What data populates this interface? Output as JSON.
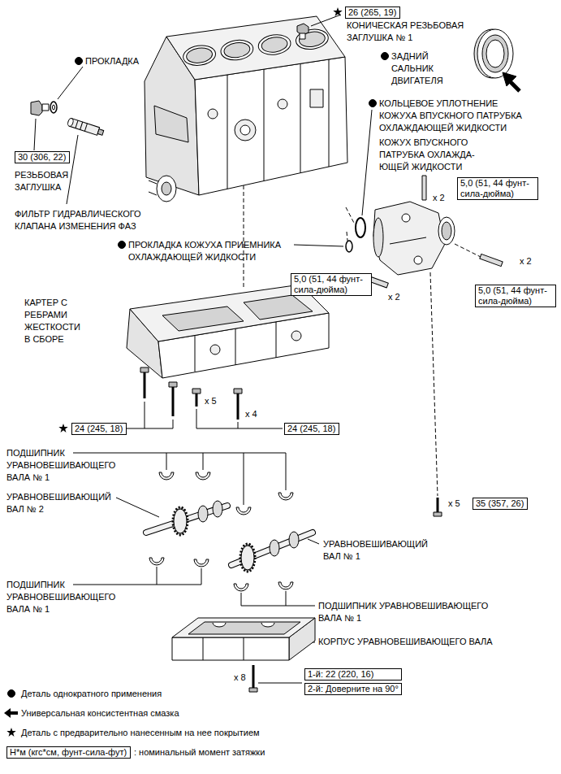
{
  "diagram": {
    "nodes": [
      {
        "text": [
          "26 (265, 19)"
        ]
      },
      {
        "text": [
          "30 (306, 22)"
        ]
      },
      {
        "text": [
          "5,0 (51, 44 фунт- сила-дюйма)"
        ]
      },
      {
        "text": [
          "5,0 (51, 44 фунт- сила-дюйма)"
        ]
      },
      {
        "text": [
          "5,0 (51, 44 фунт- сила-дюйма)"
        ]
      },
      {
        "text": [
          "24 (245, 18)"
        ]
      },
      {
        "text": [
          "24 (245, 18)"
        ]
      },
      {
        "text": [
          "35 (357, 26)"
        ]
      },
      {
        "text": [
          "1-й: 22 (220, 16)",
          "2-й: Доверните на 90°"
        ]
      },
      {
        "text": [
          "Н*м (кгс*см, фунт-сила-фут)"
        ]
      }
    ],
    "labels": [
      "КОНИЧЕСКАЯ РЕЗЬБОВАЯ ЗАГЛУШКА № 1",
      "ЗАДНИЙ САЛЬНИК ДВИГАТЕЛЯ",
      "ПРОКЛАДКА",
      "КОЛЬЦЕВОЕ УПЛОТНЕНИЕ КОЖУХА ВПУСКНОГО ПАТРУБКА ОХЛАЖДАЮЩЕЙ ЖИДКОСТИ",
      "КОЖУХ ВПУСКНОГО ПАТРУБКА ОХЛАЖДА- ЮЩЕЙ ЖИДКОСТИ",
      "x 2",
      "РЕЗЬБОВАЯ ЗАГЛУШКА",
      "ФИЛЬТР ГИДРАВЛИЧЕСКОГО КЛАПАНА ИЗМЕНЕНИЯ ФАЗ",
      "ПРОКЛАДКА КОЖУХА ПРИЕМНИКА ОХЛАЖДАЮЩЕЙ ЖИДКОСТИ",
      "x 2",
      "x 2",
      "КАРТЕР С РЕБРАМИ ЖЕСТКОСТИ В СБОРЕ",
      "x 5",
      "x 4",
      "ПОДШИПНИК УРАВНОВЕШИВАЮЩЕГО ВАЛА № 1",
      "УРАВНОВЕШИВАЮЩИЙ ВАЛ № 2",
      "УРАВНОВЕШИВАЮЩИЙ ВАЛ № 1",
      "ПОДШИПНИК УРАВНОВЕШИВАЮЩЕГО ВАЛА № 1",
      "ПОДШИПНИК УРАВНОВЕШИВАЮЩЕГО ВАЛА № 1",
      "x 5",
      "КОРПУС УРАВНОВЕШИВАЮЩЕГО ВАЛА",
      "x 8"
    ],
    "legend": [
      {
        "text": "Деталь однократного применения"
      },
      {
        "text": "Универсальная консистентная смазка"
      },
      {
        "text": "Деталь с предварительно нанесенным на нее покрытием"
      },
      {
        "text": ": номинальный момент затяжки"
      }
    ]
  }
}
